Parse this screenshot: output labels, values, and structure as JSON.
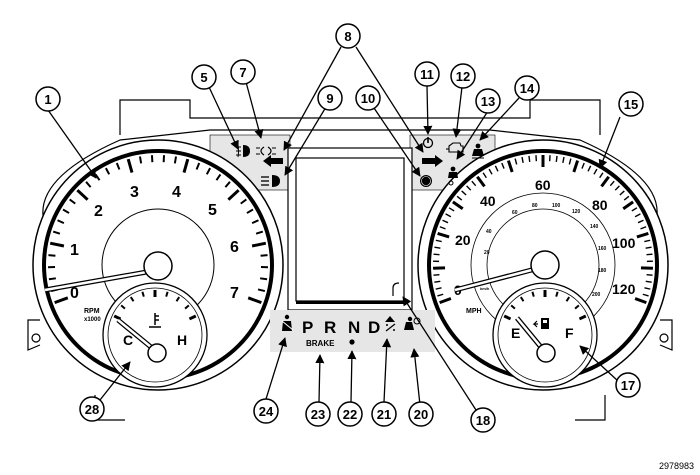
{
  "tachometer": {
    "numbers": [
      "0",
      "1",
      "2",
      "3",
      "4",
      "5",
      "6",
      "7"
    ],
    "unit_label": "RPM",
    "multiplier_label": "x1000"
  },
  "temp_gauge": {
    "cold_label": "C",
    "hot_label": "H"
  },
  "speedometer": {
    "mph_numbers": [
      "0",
      "20",
      "40",
      "60",
      "80",
      "100",
      "120"
    ],
    "kmh_numbers": [
      "20",
      "40",
      "60",
      "80",
      "100",
      "120",
      "140",
      "160",
      "180",
      "200"
    ],
    "unit_label": "MPH",
    "kmh_label": "km/h"
  },
  "fuel_gauge": {
    "empty_label": "E",
    "full_label": "F"
  },
  "gear_indicator": {
    "p": "P",
    "r": "R",
    "n": "N",
    "d": "D",
    "brake_label": "BRAKE"
  },
  "callouts": [
    "1",
    "5",
    "7",
    "8",
    "9",
    "10",
    "11",
    "12",
    "13",
    "14",
    "15",
    "17",
    "18",
    "20",
    "21",
    "22",
    "23",
    "24",
    "28"
  ],
  "figure_id": "2978983",
  "colors": {
    "line": "#000000",
    "panel": "#e6e6e6",
    "background": "#ffffff"
  }
}
